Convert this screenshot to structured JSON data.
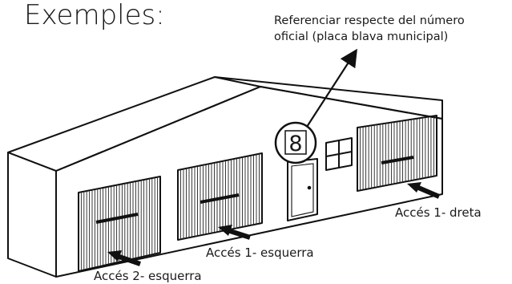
{
  "title": "Exemples:",
  "note": {
    "line1": "Referenciar respecte del número",
    "line2": "oficial (placa blava municipal)"
  },
  "house_number": "8",
  "labels": {
    "right_door": "Accés 1- dreta",
    "middle_door": "Accés 1- esquerra",
    "left_door": "Accés 2- esquerra"
  }
}
